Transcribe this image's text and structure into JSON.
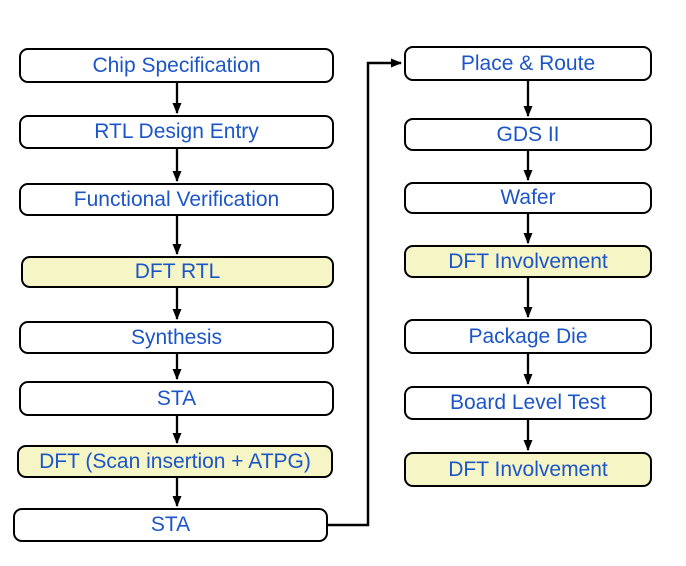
{
  "diagram": {
    "colors": {
      "background": "#ffffff",
      "box_fill": "#ffffff",
      "highlight_fill": "#f5f5c6",
      "box_border": "#000000",
      "label_text": "#1c55c8",
      "arrow": "#000000"
    },
    "left_column": [
      {
        "label": "Chip Specification",
        "highlight": false
      },
      {
        "label": "RTL Design Entry",
        "highlight": false
      },
      {
        "label": "Functional Verification",
        "highlight": false
      },
      {
        "label": "DFT RTL",
        "highlight": true
      },
      {
        "label": "Synthesis",
        "highlight": false
      },
      {
        "label": "STA",
        "highlight": false
      },
      {
        "label": "DFT (Scan insertion + ATPG)",
        "highlight": true
      },
      {
        "label": "STA",
        "highlight": false
      }
    ],
    "right_column": [
      {
        "label": "Place & Route",
        "highlight": false
      },
      {
        "label": "GDS II",
        "highlight": false
      },
      {
        "label": "Wafer",
        "highlight": false
      },
      {
        "label": "DFT Involvement",
        "highlight": true
      },
      {
        "label": "Package Die",
        "highlight": false
      },
      {
        "label": "Board Level Test",
        "highlight": false
      },
      {
        "label": "DFT Involvement",
        "highlight": true
      }
    ],
    "cross_connector": {
      "from_label": "STA",
      "to_label": "Place & Route"
    }
  }
}
